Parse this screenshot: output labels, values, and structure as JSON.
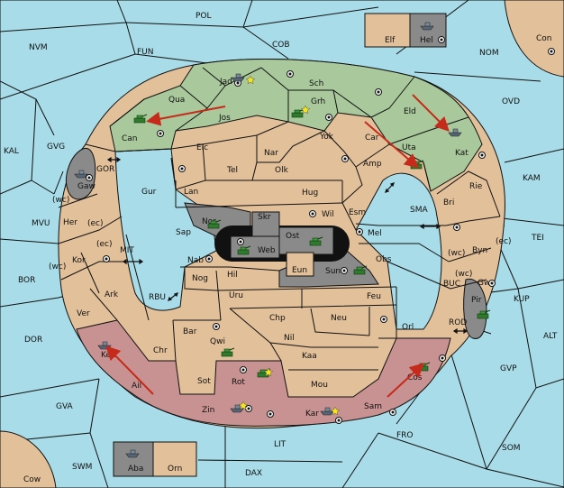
{
  "seas": {
    "POL": "POL",
    "NVM": "NVM",
    "FUN": "FUN",
    "COB": "COB",
    "NOM": "NOM",
    "Con": "Con",
    "OVD": "OVD",
    "KAL": "KAL",
    "GVG": "GVG",
    "GOR": "GOR",
    "KAM": "KAM",
    "MVU": "MVU",
    "MIT": "MIT",
    "SMA": "SMA",
    "TEI": "TEI",
    "BOR": "BOR",
    "RBU": "RBU",
    "BUC": "BUC",
    "KUP": "KUP",
    "DOR": "DOR",
    "ROD": "ROD",
    "ALT": "ALT",
    "GVP": "GVP",
    "GVA": "GVA",
    "FRO": "FRO",
    "SOM": "SOM",
    "LIT": "LIT",
    "SWM": "SWM",
    "DAX": "DAX",
    "Cow": "Cow"
  },
  "provinces": {
    "Elf": "Elf",
    "Hel": "Hel",
    "Jad": "Jad",
    "Sch": "Sch",
    "Qua": "Qua",
    "Jos": "Jos",
    "Grh": "Grh",
    "Eld": "Eld",
    "Can": "Can",
    "Elc": "Elc",
    "Nar": "Nar",
    "Yok": "Yok",
    "Car": "Car",
    "Uta": "Uta",
    "Kat": "Kat",
    "Tel": "Tel",
    "Olk": "Olk",
    "Amp": "Amp",
    "Gaw": "Gaw",
    "Gur": "Gur",
    "Lan": "Lan",
    "Hug": "Hug",
    "Bri": "Bri",
    "Rie": "Rie",
    "Wil": "Wil",
    "Esm": "Esm",
    "Nor": "Nor",
    "Skr": "Skr",
    "Ost": "Ost",
    "Her": "Her",
    "Sap": "Sap",
    "Web": "Web",
    "Mel": "Mel",
    "Byn": "Byn",
    "Kor": "Kor",
    "Nab": "Nab",
    "Eun": "Eun",
    "Sun": "Sun",
    "Obs": "Obs",
    "Gwa": "Gwa",
    "Hil": "Hil",
    "Nog": "Nog",
    "Ark": "Ark",
    "Uru": "Uru",
    "Feu": "Feu",
    "Pir": "Pir",
    "Ver": "Ver",
    "Chp": "Chp",
    "Neu": "Neu",
    "Bar": "Bar",
    "Orl": "Orl",
    "Qwi": "Qwi",
    "Nil": "Nil",
    "Ken": "Ken",
    "Chr": "Chr",
    "Kaa": "Kaa",
    "Rot": "Rot",
    "Cos": "Cos",
    "Ail": "Ail",
    "Sot": "Sot",
    "Mou": "Mou",
    "Zin": "Zin",
    "Kar": "Kar",
    "Sam": "Sam",
    "Aba": "Aba",
    "Orn": "Orn"
  },
  "coast_marks": {
    "her_wc": "(wc)",
    "her_ec": "(ec)",
    "kor_wc": "(wc)",
    "kor_ec": "(ec)",
    "byn_wc": "(wc)",
    "byn_ec": "(ec)",
    "gwa_wc": "(wc)"
  },
  "legend": {
    "green_power": "#a9c99c",
    "red_power": "#c99292",
    "grey_power": "#8a8a8a",
    "neutral": "#e2c09a",
    "water": "#a8dce8",
    "move_arrow": "#c62a1a"
  }
}
